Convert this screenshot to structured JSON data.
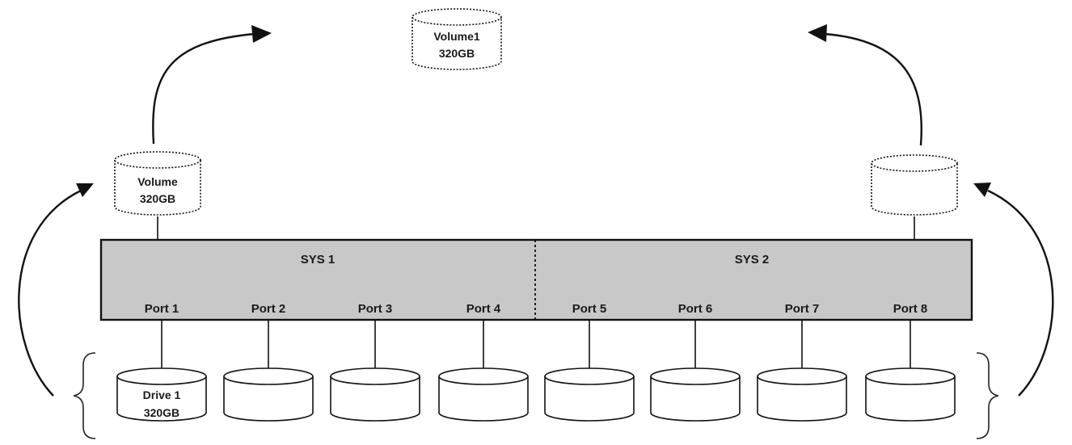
{
  "system_box": {
    "sys1_label": "SYS 1",
    "sys2_label": "SYS 2"
  },
  "ports": [
    "Port 1",
    "Port 2",
    "Port 3",
    "Port 4",
    "Port 5",
    "Port 6",
    "Port 7",
    "Port 8"
  ],
  "drives": [
    {
      "line1": "Drive 1",
      "line2": "320GB"
    },
    {
      "line1": "",
      "line2": ""
    },
    {
      "line1": "",
      "line2": ""
    },
    {
      "line1": "",
      "line2": ""
    },
    {
      "line1": "",
      "line2": ""
    },
    {
      "line1": "",
      "line2": ""
    },
    {
      "line1": "",
      "line2": ""
    },
    {
      "line1": "",
      "line2": ""
    }
  ],
  "volumes": {
    "left": {
      "line1": "Volume",
      "line2": "320GB"
    },
    "right": {
      "line1": "",
      "line2": ""
    },
    "top": {
      "line1": "Volume1",
      "line2": "320GB"
    }
  },
  "colors": {
    "system_fill": "#c8c8c8",
    "stroke": "#111111"
  }
}
